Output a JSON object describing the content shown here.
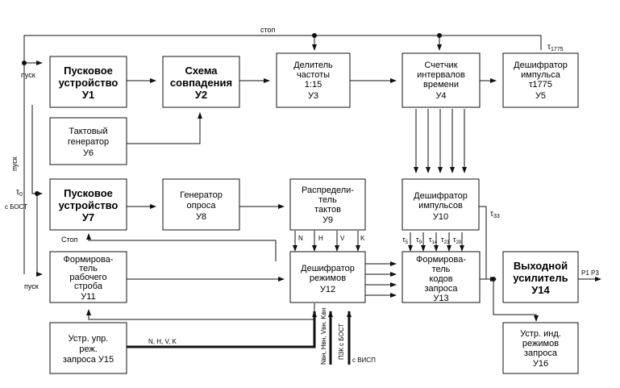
{
  "blocks": {
    "u1": {
      "lines": [
        "Пусковое",
        "устройство",
        "У1"
      ]
    },
    "u2": {
      "lines": [
        "Схема",
        "совпадения",
        "У2"
      ]
    },
    "u3": {
      "lines": [
        "Делитель",
        "частоты",
        "1:15",
        "У3"
      ]
    },
    "u4": {
      "lines": [
        "Счетчик",
        "интервалов",
        "времени",
        "У4"
      ]
    },
    "u5": {
      "lines": [
        "Дешифратор",
        "импульса",
        "τ1775",
        "У5"
      ]
    },
    "u6": {
      "lines": [
        "Тактовый",
        "генератор",
        "У6"
      ]
    },
    "u7": {
      "lines": [
        "Пусковое",
        "устройство",
        "У7"
      ]
    },
    "u8": {
      "lines": [
        "Генератор",
        "опроса",
        "У8"
      ]
    },
    "u9": {
      "lines": [
        "Распредели-",
        "тель",
        "тактов",
        "У9"
      ]
    },
    "u10": {
      "lines": [
        "Дешифратор",
        "импульсов",
        "У10"
      ]
    },
    "u11": {
      "lines": [
        "Формирова-",
        "тель",
        "рабочего",
        "строба",
        "У11"
      ]
    },
    "u12": {
      "lines": [
        "Дешифратор",
        "режимов",
        "У12"
      ]
    },
    "u13": {
      "lines": [
        "Формирова-",
        "тель",
        "кодов",
        "запроса",
        "У13"
      ]
    },
    "u14": {
      "lines": [
        "Выходной",
        "усилитель",
        "У14"
      ]
    },
    "u15": {
      "lines": [
        "Устр. упр.",
        "реж.",
        "запроса У15"
      ]
    },
    "u16": {
      "lines": [
        "Устр. инд.",
        "режимов",
        "запроса",
        "У16"
      ]
    }
  },
  "signals": {
    "stop_top": "стоп",
    "pusk_top": "пуск",
    "pusk_vertical": "пуск",
    "tau0": "τ",
    "tau0_sub": "0",
    "s_bost": "с БОСТ",
    "stop_mid": "Стоп",
    "pusk_bottom": "пуск",
    "tau1775_top": "τ",
    "tau1775_top_sub": "1775",
    "tau33": "τ",
    "tau33_sub": "33",
    "n": "N",
    "h": "H",
    "v": "V",
    "k": "K",
    "tau5": "τ",
    "tau5_sub": "5",
    "tau9": "τ",
    "tau9_sub": "9",
    "tau14": "τ",
    "tau14_sub": "14",
    "tau23": "τ",
    "tau23_sub": "23",
    "tau28": "τ",
    "tau28_sub": "28",
    "nhvk_bus": "N, H, V, K",
    "p1p3": "Р1 Р3",
    "bus1": "Nвн, Hвн, Vвн, Kвн",
    "bus2": "П3К с БОСТ",
    "s_visp": "с ВИСП"
  }
}
